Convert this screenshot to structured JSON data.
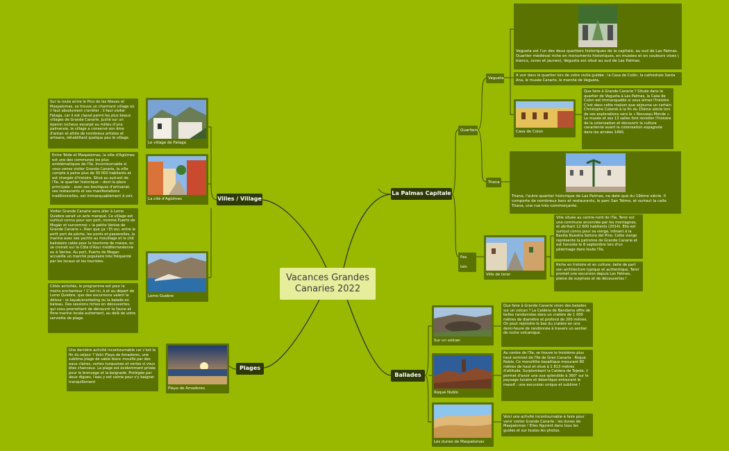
{
  "central": {
    "title_line1": "Vacances Grandes",
    "title_line2": "Canaries 2022"
  },
  "branches": {
    "villes": "Villes / Village",
    "plages": "Plages",
    "palmas": "La Palmas Capitale",
    "ballades": "Ballades"
  },
  "subs": {
    "quartiers": "Quartiers",
    "vegueta": "Vegueta",
    "triana": "Triana",
    "pasloin": "Pas loin"
  },
  "cards": {
    "fataga": "Le village de Fataga",
    "aguimes": "La cité d'Agüimes",
    "guebre": "Lomo Guebre",
    "amadores": "Playa de Amadores",
    "colon": "Casa de Colon",
    "teror": "Ville de teror",
    "volcan": "Sur un volcan",
    "nublo": "Roque Nublo",
    "dunes": "Les dunes de Maspalomas"
  },
  "notes": {
    "fataga": "Sur la route entre le Pico de las Nieves et Maspalomas, se trouve un charmant village où il faut absolument s'arrêter : il faut visiter Fataga, car il est classé parmi les plus beaux villages de Grande Canarie. Juché sur un éperon rocheux escarpé au milieu d'une palmeraie, le village a conservé son âme d'antan et attire de nombreux artistes et artisans, réhabilitant quelque peu le village.",
    "aguimes": "Entre Telde et Maspalomas, la ville d'Agüimes est une des communes les plus emblématiques de l'île. Incontournable si vous venez visiter Grande Canarie, la ville compte à peine plus de 30 000 habitants et est chargée d'histoire. Situé au sud-est de l'île, le quartier historique – dont la place principale – avec ses boutiques d'artisanat, ses restaurants et ses manifestations traditionnelles, est immanquablement à voir.",
    "guebre1": "Visiter Grande Canarie sans aller à Lomo Quiebre serait un acte manqué. Ce village est surtout connu pour son port, nommé Puerto de Mogán et surnommé « la petite Venise de Grande Canarie ». Rien que ça ! Et oui, entre le petit port de pêche, les ponts et passerelles, la marina avec ses yachts au mouillage et la cité balnéaire calée pour le tourisme de masse, on se croirait sur la Côte d'Azur méditerranéenne ou à Venise. Au port, Puerto de Mogan accueille un marché populaire très fréquenté par les locaux et les touristes.",
    "guebre2": "Côtés activités, le programme est pour le moins enchanteur ! C'est ici, à et au départ de Lomo Quiebre, que des excursions valent le détour : le kayak/snorkeling ou la balade en bateau. Des sessions riches en découvertes, qui vous promettant de découvrir la faune et flore marine locale autrement, au delà de votre serviette de plage.",
    "amadores": "Une dernière activité incontournable car c'est la fin du séjour ? Voici Playa de Amadores, une sublime plage de sable blanc mouillé par des eaux claires, vertes turquoises et vertes si vous êtes chanceux. La plage est évidemment prisée pour le bronzage et la baignade. Protégée par deux digues, l'eau y est calme pour s'y baigner tranquillement",
    "vegueta1": "Vegueta est l'un des deux quartiers historiques de la capitale, au sud de Las Palmas. Quartier médiéval riche en monuments historiques, en musées et en couleurs vives ( blancs, ocres et jaunes), Vegueta est situé au sud de Las Palmas.",
    "vegueta2": "A voir dans le quartier lors de votre visite guidée : la Casa de Colón, la cathédrale Santa Ana, le musée Canario, le marché de Vegueta.",
    "colon": "Que faire à Grande Canarie ? Située dans le quartier de Vegueta à Las Palmas, la Casa de Colon est immanquable si vous aimez l'histoire. C'est dans cette maison que séjourna un certain Christophe Colomb à la fin du 15ème siècle lors de ses explorations vers le « Nouveau Monde ». Le musée et ses 13 salles font revisiter l'histoire de la colonisation et découvrir la culture canarienne avant la colonisation espagnole dans les années 1490.",
    "triana": "Triana, l'autre quartier historique de Las Palmas, ne date que du 19ème siècle. Il comporte de nombreux bars et restaurants, le parc San Telmo, et surtout la calle Triana, une rue très commerçante.",
    "teror1": "Ville située au centre-nord de l'île, Teror est une commune encerclée par les montagnes, et abritant 12 600 habitants (2014). Elle est surtout connu pour sa vierge, trônant à la Basilia Nuestra Señora del Pino. Cette vierge représente la patronne de Grande Canarie et est honorée le 8 septembre lors d'un pèlerinage dans toute l'île.",
    "teror2": "Riche en histoire et en culture, belle de part son architecture typique et authentique, Teror promet une excursion depuis Las Palmas, pleine de surprises et de découvertes !",
    "volcan": "Que faire à Grande Canarie sinon des balades sur un volcan ? La Caldera de Bandama offre de belles randonnées dans un cratère de 1 000 mètres de diamètre et profond de 200 mètres. On peut rejoindre le bas du cratère en une demi-heure de randonnée à travers un sentier de roche volcanique.",
    "nublo": "Au centre de l'île, se trouve le troisième plus haut sommet de l'île de Gran Canaria : Roque Nublo. Ce monolithe basaltique mesurant 80 mètres de haut et situé à 1 813 mètres d'altitude. Surplombant la Caldera de Tejeda, il permet d'avoir une vue splendide à 360° sur le paysage lunaire et désertique entourant le massif : une excursion unique et sublime !",
    "dunes": "Voici une activité incontournable à faire pour venir visiter Grande Canarie : les dunes de Maspalomas ! Elles figurent dans tous les guides et sur toutes les photos."
  }
}
